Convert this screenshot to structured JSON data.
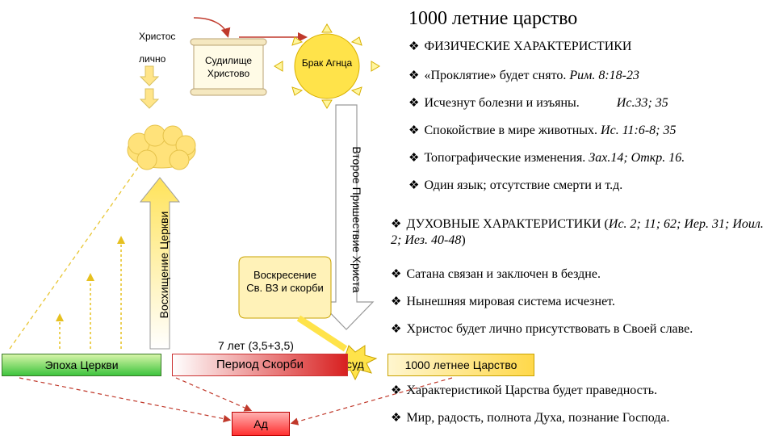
{
  "title": "1000 летние царство",
  "left_labels": {
    "christ_line1": "Христос",
    "christ_line2": "лично",
    "judgment_seat": "Судилище Христово",
    "wedding": "Брак Агнца",
    "resurrection": "Воскресение Св. ВЗ и скорби",
    "seven_years": "7 лет (3,5+3,5)",
    "rapture": "Восхищение Церкви",
    "second_coming": "Второе Пришествие Христа",
    "judgment": "суд"
  },
  "boxes": {
    "church_age": "Эпоха Церкви",
    "tribulation": "Период Скорби",
    "millennial": "1000 летнее Царство",
    "hell": "Ад"
  },
  "physical": {
    "heading": "ФИЗИЧЕСКИЕ ХАРАКТЕРИСТИКИ",
    "items": [
      {
        "text": "«Проклятие» будет снято.",
        "ref": "Рим. 8:18-23"
      },
      {
        "text": "Исчезнут болезни и изъяны.",
        "ref": "Ис.33; 35"
      },
      {
        "text": "Спокойствие в мире животных.",
        "ref": "Ис. 11:6-8; 35"
      },
      {
        "text": "Топографические изменения.",
        "ref": "Зах.14; Откр. 16."
      },
      {
        "text": "Один язык; отсутствие смерти и т.д.",
        "ref": ""
      }
    ]
  },
  "spiritual": {
    "heading": "ДУХОВНЫЕ ХАРАКТЕРИСТИКИ (",
    "heading_ref": "Ис. 2; 11; 62; Иер. 31; Иоил. 2; Иез. 40-48",
    "heading_end": ")",
    "items": [
      "Сатана связан и заключен в бездне.",
      "Нынешняя мировая система исчезнет.",
      "Христос будет лично присутствовать в Своей славе."
    ]
  },
  "bottom_items": [
    "Характеристикой Царства будет праведность.",
    "Мир, радость, полнота Духа, познание Господа."
  ],
  "colors": {
    "sun": "#ffe34a",
    "cloud": "#ffe27a",
    "arrow_yellow": "#f5e27a",
    "dashed_red": "#c0392b",
    "dashed_yellow": "#e6c020"
  }
}
